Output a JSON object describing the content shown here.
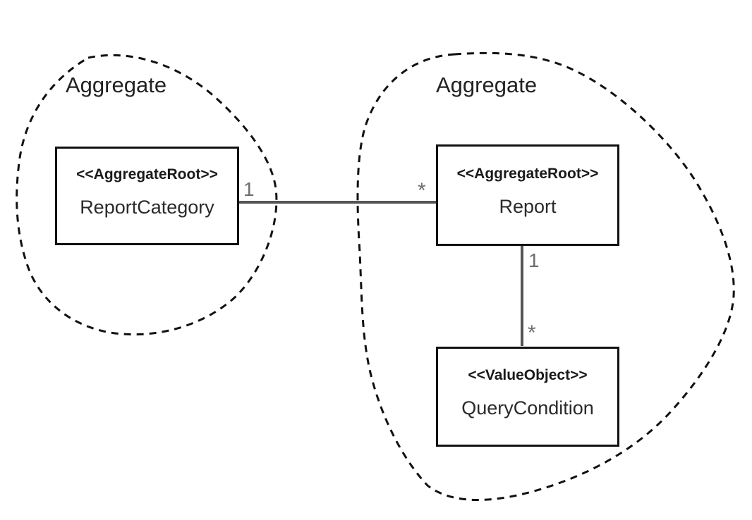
{
  "diagram": {
    "type": "ddd-aggregate-diagram",
    "aggregates": [
      {
        "label": "Aggregate",
        "side": "left"
      },
      {
        "label": "Aggregate",
        "side": "right"
      }
    ],
    "entities": [
      {
        "stereotype": "<<AggregateRoot>>",
        "name": "ReportCategory",
        "aggregate": "left"
      },
      {
        "stereotype": "<<AggregateRoot>>",
        "name": "Report",
        "aggregate": "right"
      },
      {
        "stereotype": "<<ValueObject>>",
        "name": "QueryCondition",
        "aggregate": "right"
      }
    ],
    "relations": [
      {
        "from": "ReportCategory",
        "to": "Report",
        "from_multiplicity": "1",
        "to_multiplicity": "*"
      },
      {
        "from": "Report",
        "to": "QueryCondition",
        "from_multiplicity": "1",
        "to_multiplicity": "*"
      }
    ],
    "colors": {
      "background": "#ffffff",
      "box_border": "#111111",
      "box_fill": "#ffffff",
      "boundary_stroke": "#111111",
      "connector": "#555555",
      "multiplicity_text": "#6e6e6e",
      "text": "#1a1a1a"
    }
  }
}
